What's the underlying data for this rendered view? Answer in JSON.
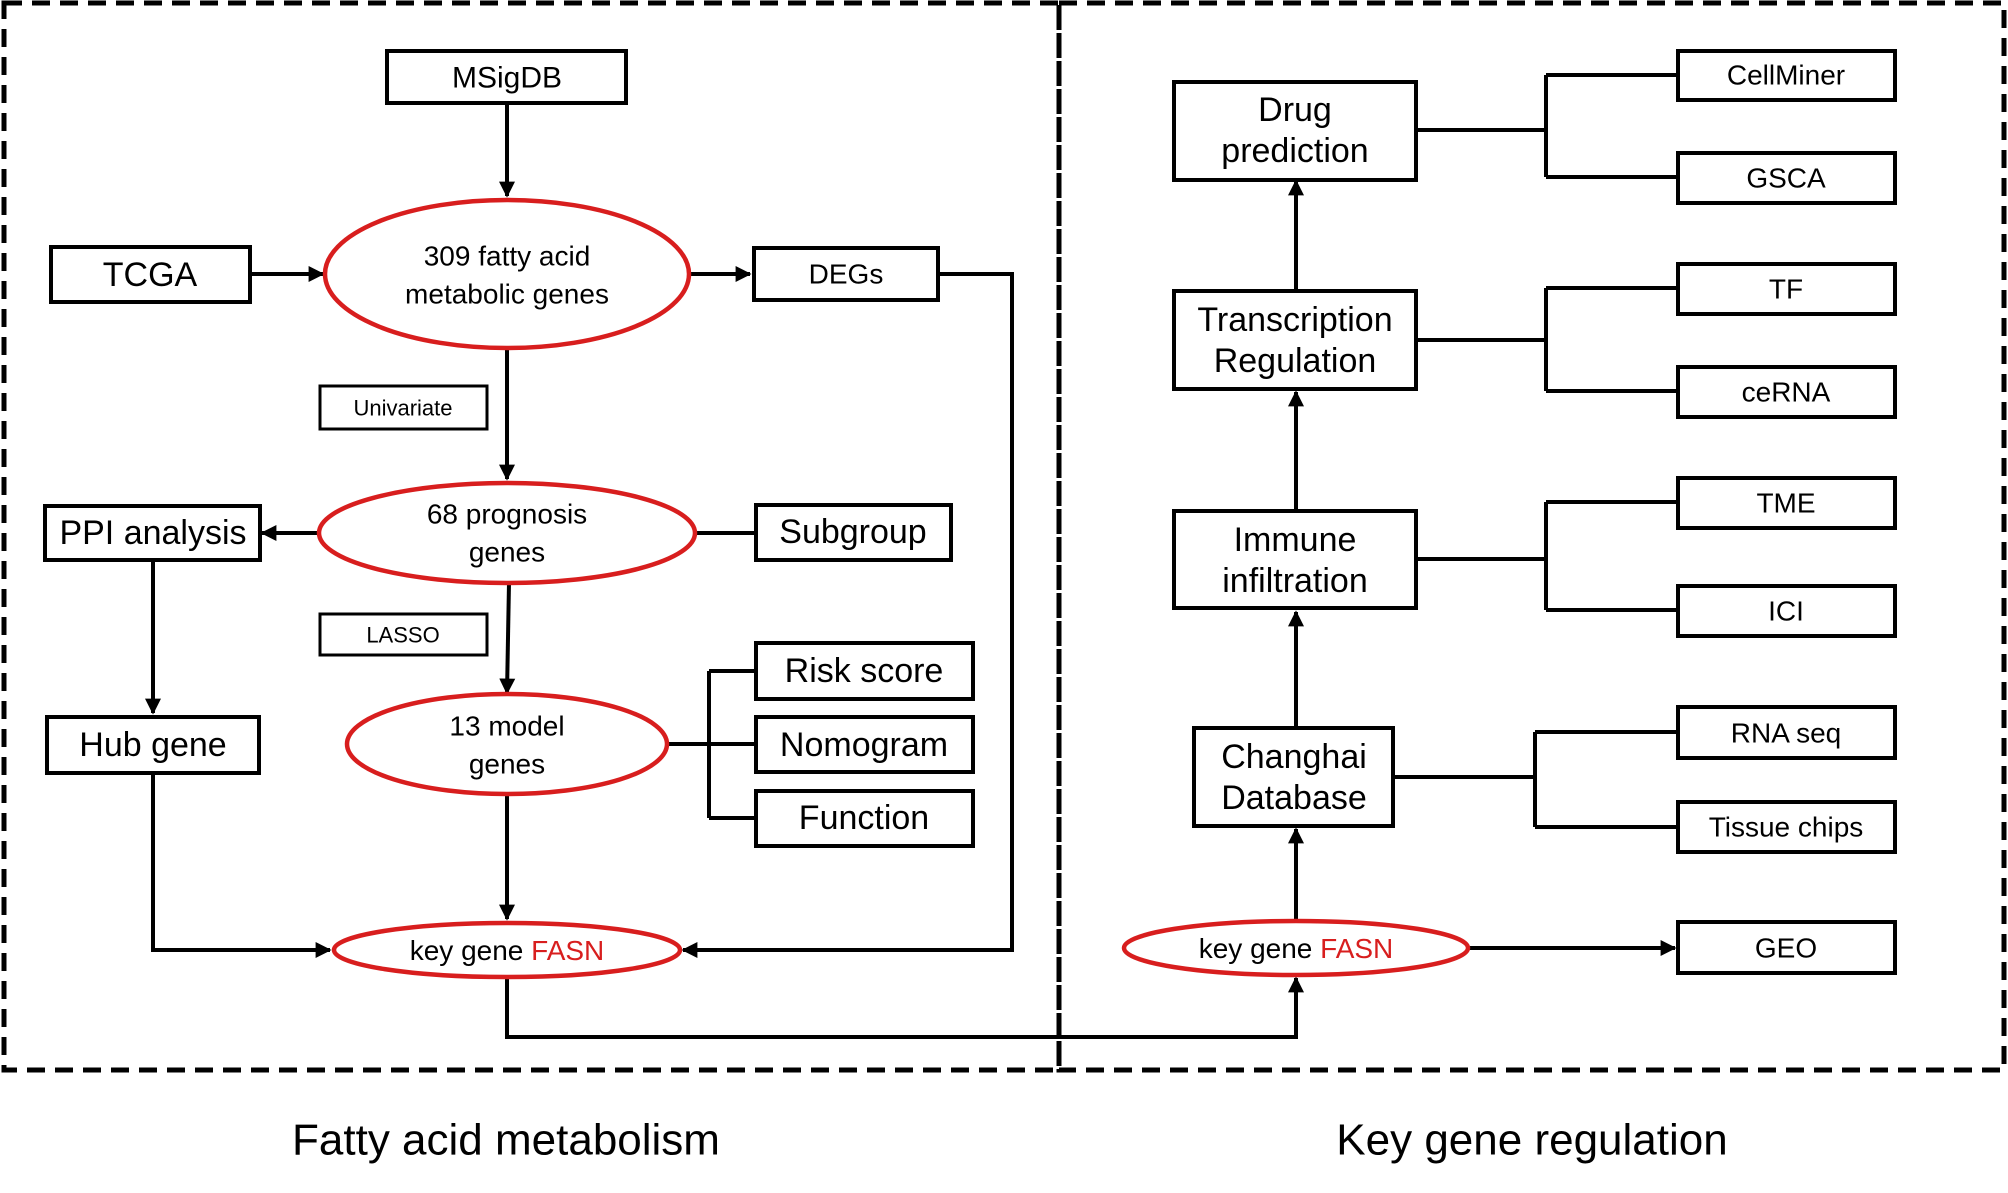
{
  "left_panel": {
    "caption": "Fatty acid metabolism",
    "msigdb": "MSigDB",
    "tcga": "TCGA",
    "fa_genes_1": "309 fatty acid",
    "fa_genes_2": "metabolic genes",
    "degs": "DEGs",
    "univariate": "Univariate",
    "prog_1": "68 prognosis",
    "prog_2": "genes",
    "ppi": "PPI analysis",
    "subgroup": "Subgroup",
    "lasso": "LASSO",
    "risk_score": "Risk score",
    "model_1": "13 model",
    "model_2": "genes",
    "nomogram": "Nomogram",
    "hub_gene": "Hub gene",
    "function": "Function",
    "key_prefix": "key gene ",
    "key_gene": "FASN"
  },
  "right_panel": {
    "caption": "Key gene regulation",
    "drug_1": "Drug",
    "drug_2": "prediction",
    "cellminer": "CellMiner",
    "gsca": "GSCA",
    "trans_1": "Transcription",
    "trans_2": "Regulation",
    "tf": "TF",
    "cerna": "ceRNA",
    "immune_1": "Immune",
    "immune_2": "infiltration",
    "tme": "TME",
    "ici": "ICI",
    "changhai_1": "Changhai",
    "changhai_2": "Database",
    "rnaseq": "RNA seq",
    "tissue": "Tissue chips",
    "key_prefix": "key gene ",
    "key_gene": "FASN",
    "geo": "GEO"
  },
  "colors": {
    "ellipse_stroke": "#d81e1e",
    "highlight_text": "#d81e1e",
    "lines": "#000000"
  }
}
